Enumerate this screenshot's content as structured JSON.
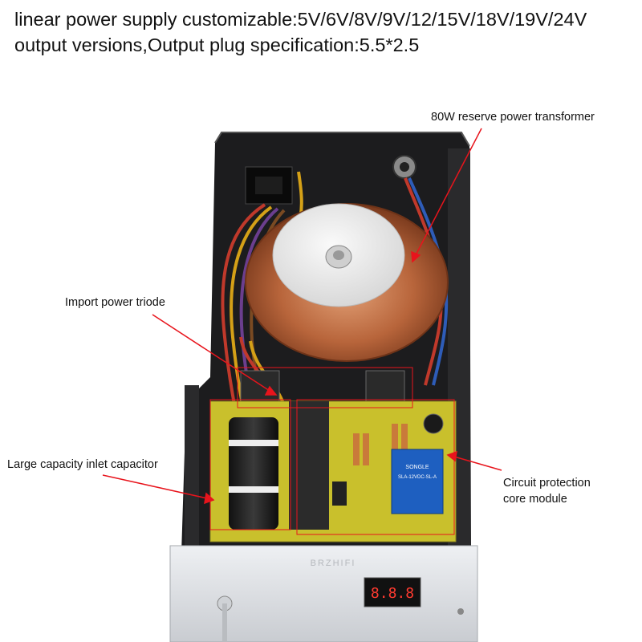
{
  "headline": {
    "line1": "linear power supply customizable:5V/6V/8V/9V/12/15V/18V/19V/24V",
    "line2": "output versions,Output plug specification:5.5*2.5"
  },
  "callouts": {
    "transformer": "80W reserve power transformer",
    "triode": "Import power triode",
    "capacitor": "Large capacity inlet capacitor",
    "protection_line1": "Circuit protection",
    "protection_line2": "core module"
  },
  "device": {
    "brand": "BRZHIFI",
    "display": "8.8.8",
    "relay_brand": "SONGLE",
    "relay_model": "SLA-12VDC-SL-A"
  },
  "colors": {
    "annotation": "#e8141c",
    "pcb": "#c9c02c",
    "case": "#1c1c1e",
    "panel": "#dcdfe3",
    "transformer": "#b8653b"
  }
}
